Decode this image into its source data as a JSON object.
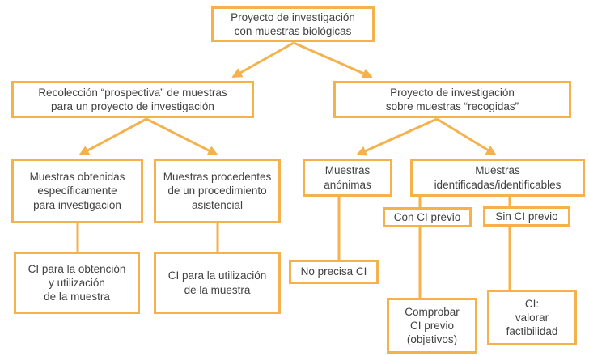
{
  "colors": {
    "accent": "#F5B24C",
    "text": "#414042",
    "background": "#ffffff"
  },
  "nodes": {
    "root": {
      "label": "Proyecto de investigación\ncon muestras biológicas"
    },
    "prospectiva": {
      "label": "Recolección “prospectiva” de muestras\npara un proyecto de investigación"
    },
    "recogidas": {
      "label": "Proyecto de investigación\nsobre muestras “recogidas”"
    },
    "obtenidas": {
      "label": "Muestras obtenidas\nespecíficamente\npara investigación"
    },
    "procedentes": {
      "label": "Muestras procedentes\nde un procedimiento\nasistencial"
    },
    "anonimas": {
      "label": "Muestras\nanónimas"
    },
    "identificadas": {
      "label": "Muestras\nidentificadas/identificables"
    },
    "con_ci": {
      "label": "Con CI previo"
    },
    "sin_ci": {
      "label": "Sin CI previo"
    },
    "ci_obtencion": {
      "label": "CI para la obtención\ny utilización\nde la muestra"
    },
    "ci_utilizacion": {
      "label": "CI para la utilización\nde la muestra"
    },
    "no_precisa": {
      "label": "No precisa CI"
    },
    "comprobar": {
      "label": "Comprobar\nCI previo\n(objetivos)"
    },
    "valorar": {
      "label": "CI:\nvalorar\nfactibilidad"
    }
  },
  "edges": [
    {
      "from": "root",
      "to": "prospectiva",
      "style": "arrow"
    },
    {
      "from": "root",
      "to": "recogidas",
      "style": "arrow"
    },
    {
      "from": "prospectiva",
      "to": "obtenidas",
      "style": "arrow"
    },
    {
      "from": "prospectiva",
      "to": "procedentes",
      "style": "arrow"
    },
    {
      "from": "recogidas",
      "to": "anonimas",
      "style": "arrow"
    },
    {
      "from": "recogidas",
      "to": "identificadas",
      "style": "arrow"
    },
    {
      "from": "obtenidas",
      "to": "ci_obtencion",
      "style": "line"
    },
    {
      "from": "procedentes",
      "to": "ci_utilizacion",
      "style": "line"
    },
    {
      "from": "anonimas",
      "to": "no_precisa",
      "style": "line"
    },
    {
      "from": "identificadas",
      "to": "con_ci",
      "style": "line"
    },
    {
      "from": "identificadas",
      "to": "sin_ci",
      "style": "line"
    },
    {
      "from": "con_ci",
      "to": "comprobar",
      "style": "line"
    },
    {
      "from": "sin_ci",
      "to": "valorar",
      "style": "line"
    }
  ]
}
